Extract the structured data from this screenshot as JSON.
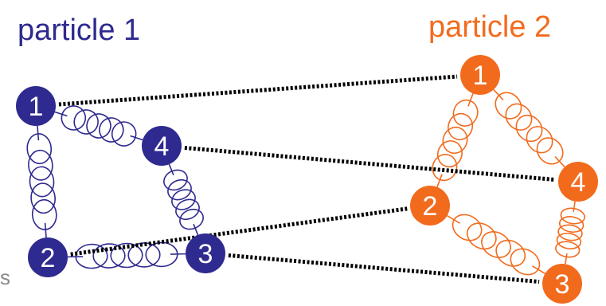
{
  "titles": {
    "particle1": "particle 1",
    "particle2": "particle 2"
  },
  "colors": {
    "particle1": "#2e2a8f",
    "particle2": "#f26b1d",
    "link": "#000000",
    "edge_text": "#8a8a8a"
  },
  "particle1": {
    "beads": [
      "1",
      "2",
      "3",
      "4"
    ],
    "springs": [
      [
        "1",
        "4"
      ],
      [
        "1",
        "2"
      ],
      [
        "2",
        "3"
      ],
      [
        "4",
        "3"
      ]
    ]
  },
  "particle2": {
    "beads": [
      "1",
      "2",
      "3",
      "4"
    ],
    "springs": [
      [
        "1",
        "2"
      ],
      [
        "1",
        "4"
      ],
      [
        "2",
        "3"
      ],
      [
        "4",
        "3"
      ]
    ]
  },
  "links": [
    [
      "1",
      "1"
    ],
    [
      "4",
      "4"
    ],
    [
      "2",
      "2"
    ],
    [
      "3",
      "3"
    ]
  ],
  "edge_fragment": "s"
}
